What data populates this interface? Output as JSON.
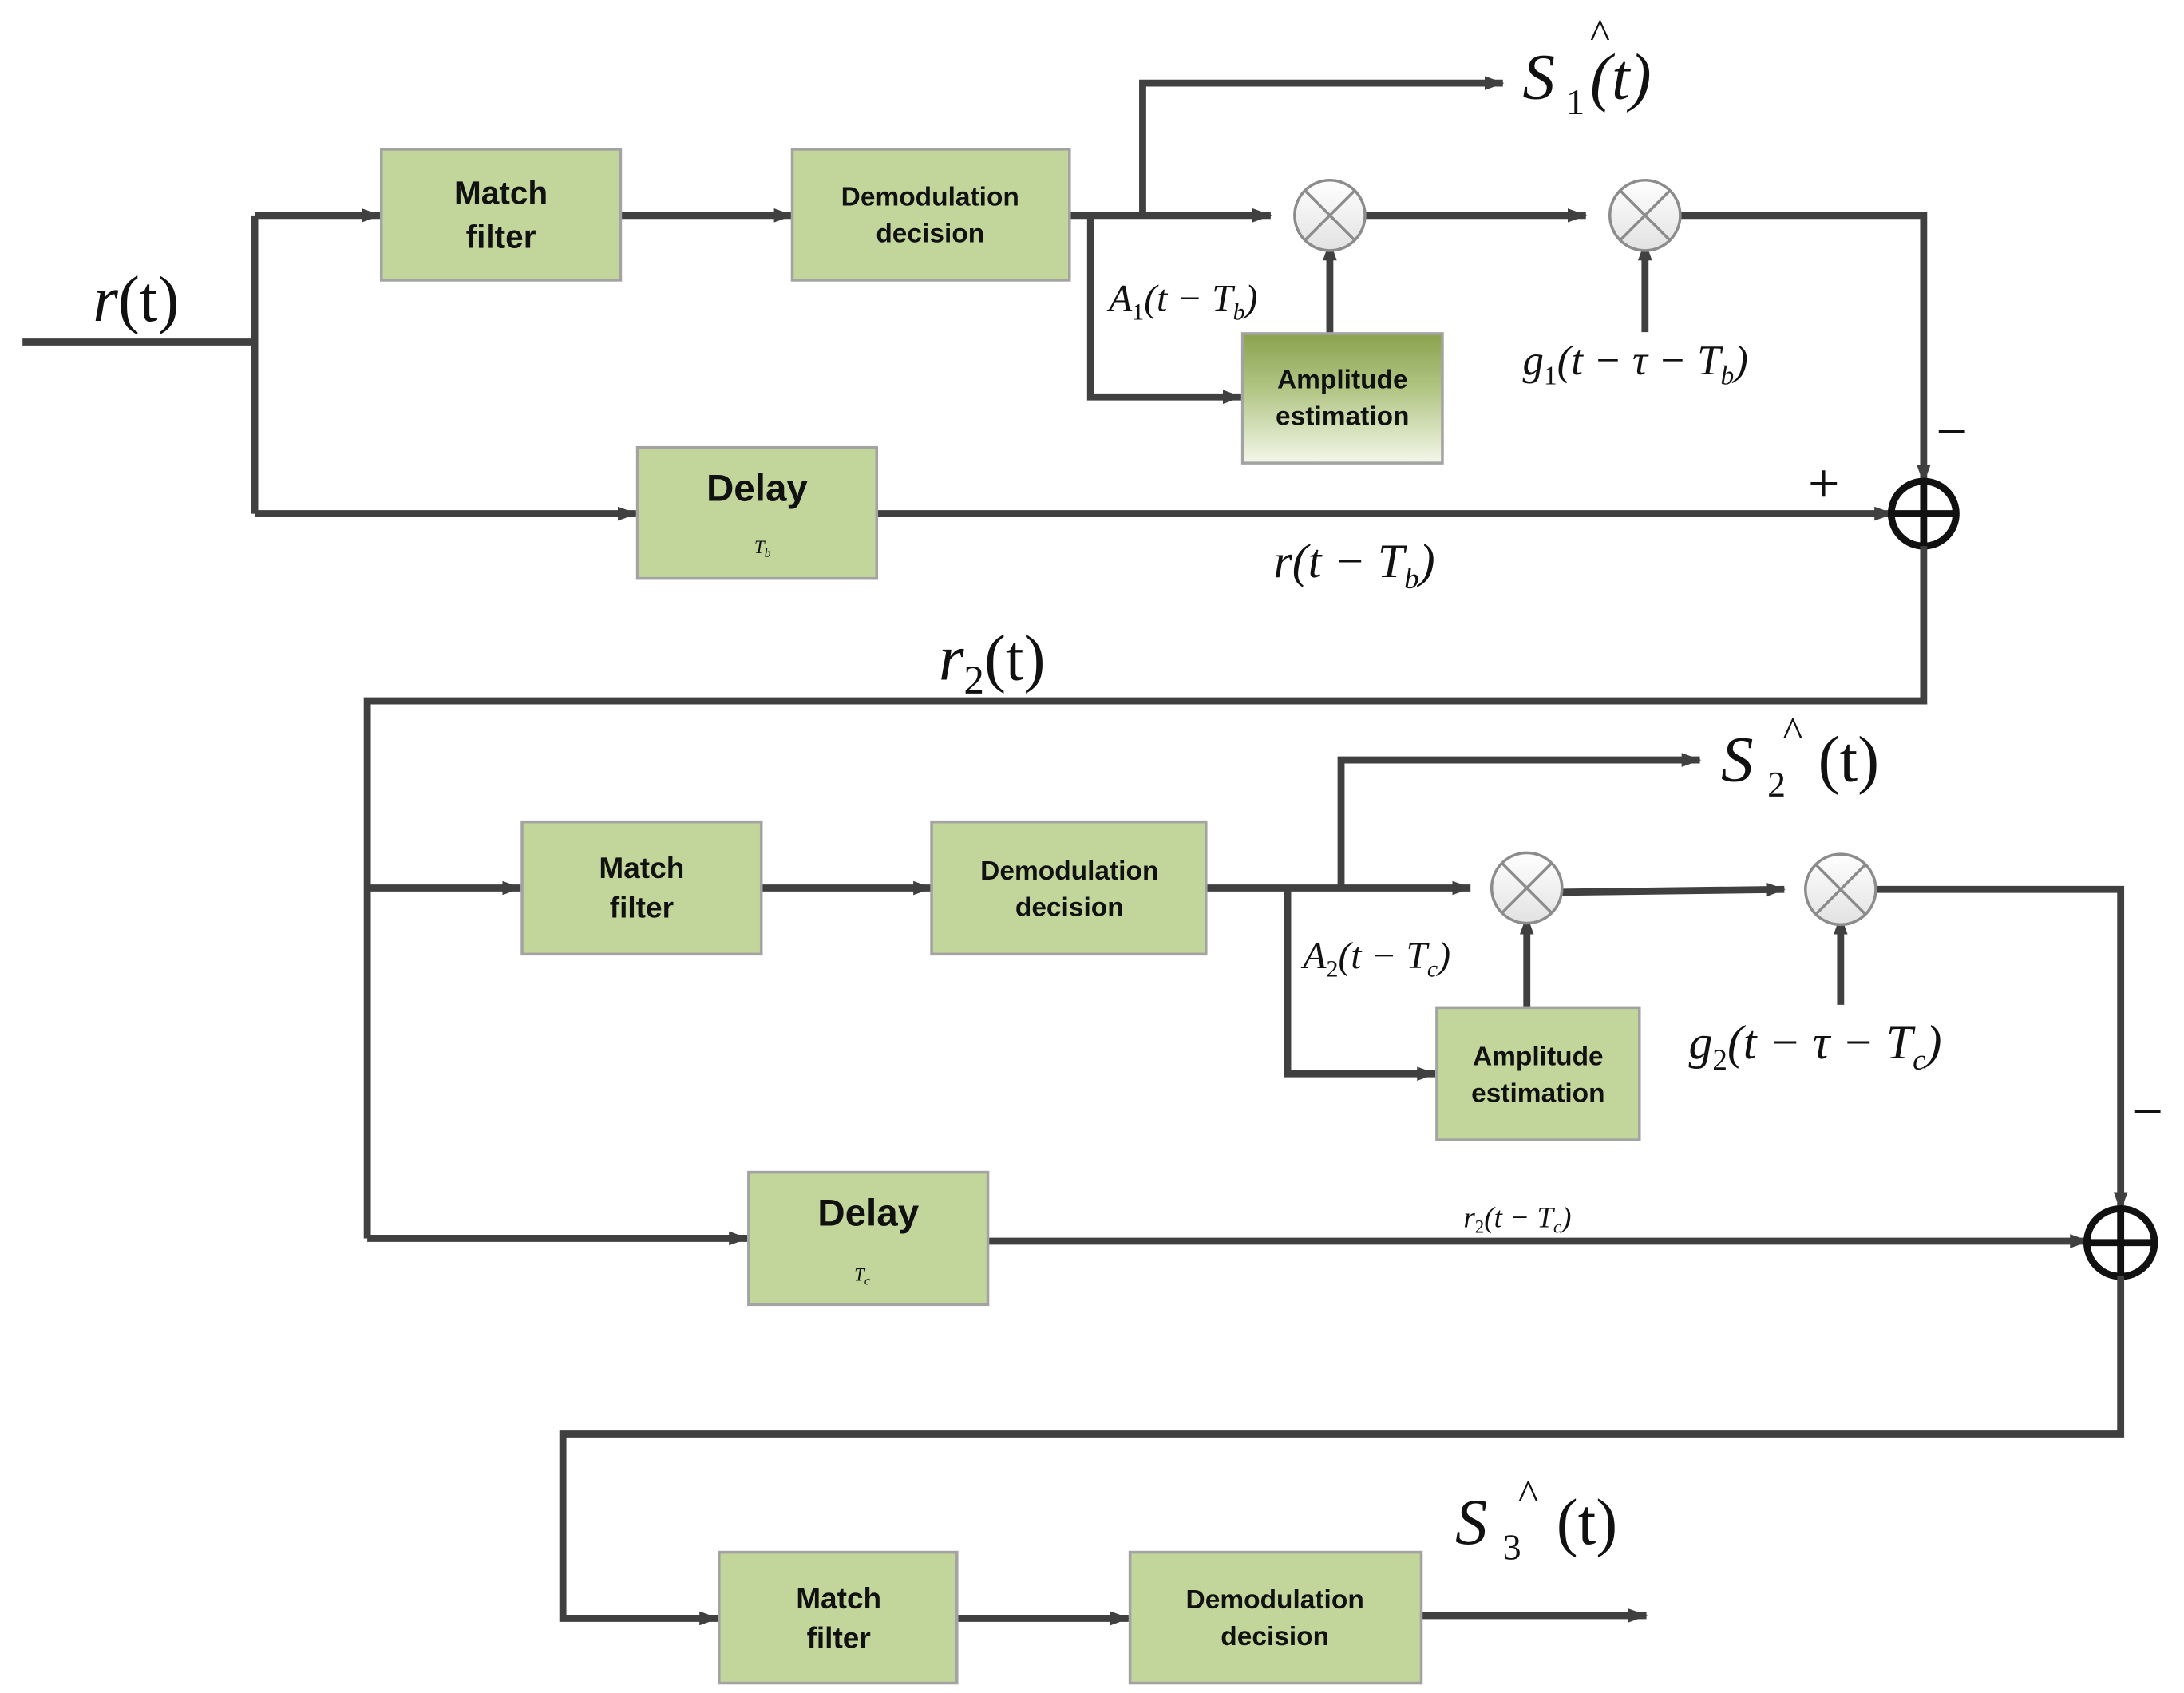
{
  "blocks": {
    "match_label_1": "Match",
    "match_label_2": "filter",
    "demod_label_1": "Demodulation",
    "demod_label_2": "decision",
    "amp_label_1": "Amplitude",
    "amp_label_2": "estimation",
    "delay_label": "Delay"
  },
  "stage1": {
    "input": {
      "main": "r",
      "args": "(t)"
    },
    "delay_param": {
      "main": "T",
      "sub": "b"
    },
    "output": {
      "main": "S",
      "sub": "1",
      "hat": "^",
      "args": "(t)"
    },
    "amp_signal": {
      "main": "A",
      "sub": "1",
      "args_pre": "(t − T",
      "args_sub": "b",
      "args_post": ")"
    },
    "g_signal": {
      "main": "g",
      "sub": "1",
      "args_pre": "(t − τ − T",
      "args_sub": "b",
      "args_post": ")"
    },
    "delayed": {
      "main": "r",
      "args_pre": "(t − T",
      "args_sub": "b",
      "args_post": ")"
    },
    "sum_plus": "+",
    "sum_minus": "−"
  },
  "stage2": {
    "input": {
      "main": "r",
      "sub": "2",
      "args": "(t)"
    },
    "delay_param": {
      "main": "T",
      "sub": "c"
    },
    "output": {
      "main": "S",
      "sub": "2",
      "hat": "^",
      "args": "(t)"
    },
    "amp_signal": {
      "main": "A",
      "sub": "2",
      "args_pre": "(t − T",
      "args_sub": "c",
      "args_post": ")"
    },
    "g_signal": {
      "main": "g",
      "sub": "2",
      "args_pre": "(t − τ − T",
      "args_sub": "c",
      "args_post": ")"
    },
    "delayed": {
      "main": "r",
      "sub": "2",
      "args_pre": "(t − T",
      "args_sub": "c",
      "args_post": ")"
    },
    "sum_minus": "−"
  },
  "stage3": {
    "output": {
      "main": "S",
      "sub": "3",
      "hat": "^",
      "args": "(t)"
    }
  },
  "colors": {
    "block_fill": "#c2d59b",
    "amp_block_dark": "#8aa24e",
    "wire": "#404040"
  }
}
